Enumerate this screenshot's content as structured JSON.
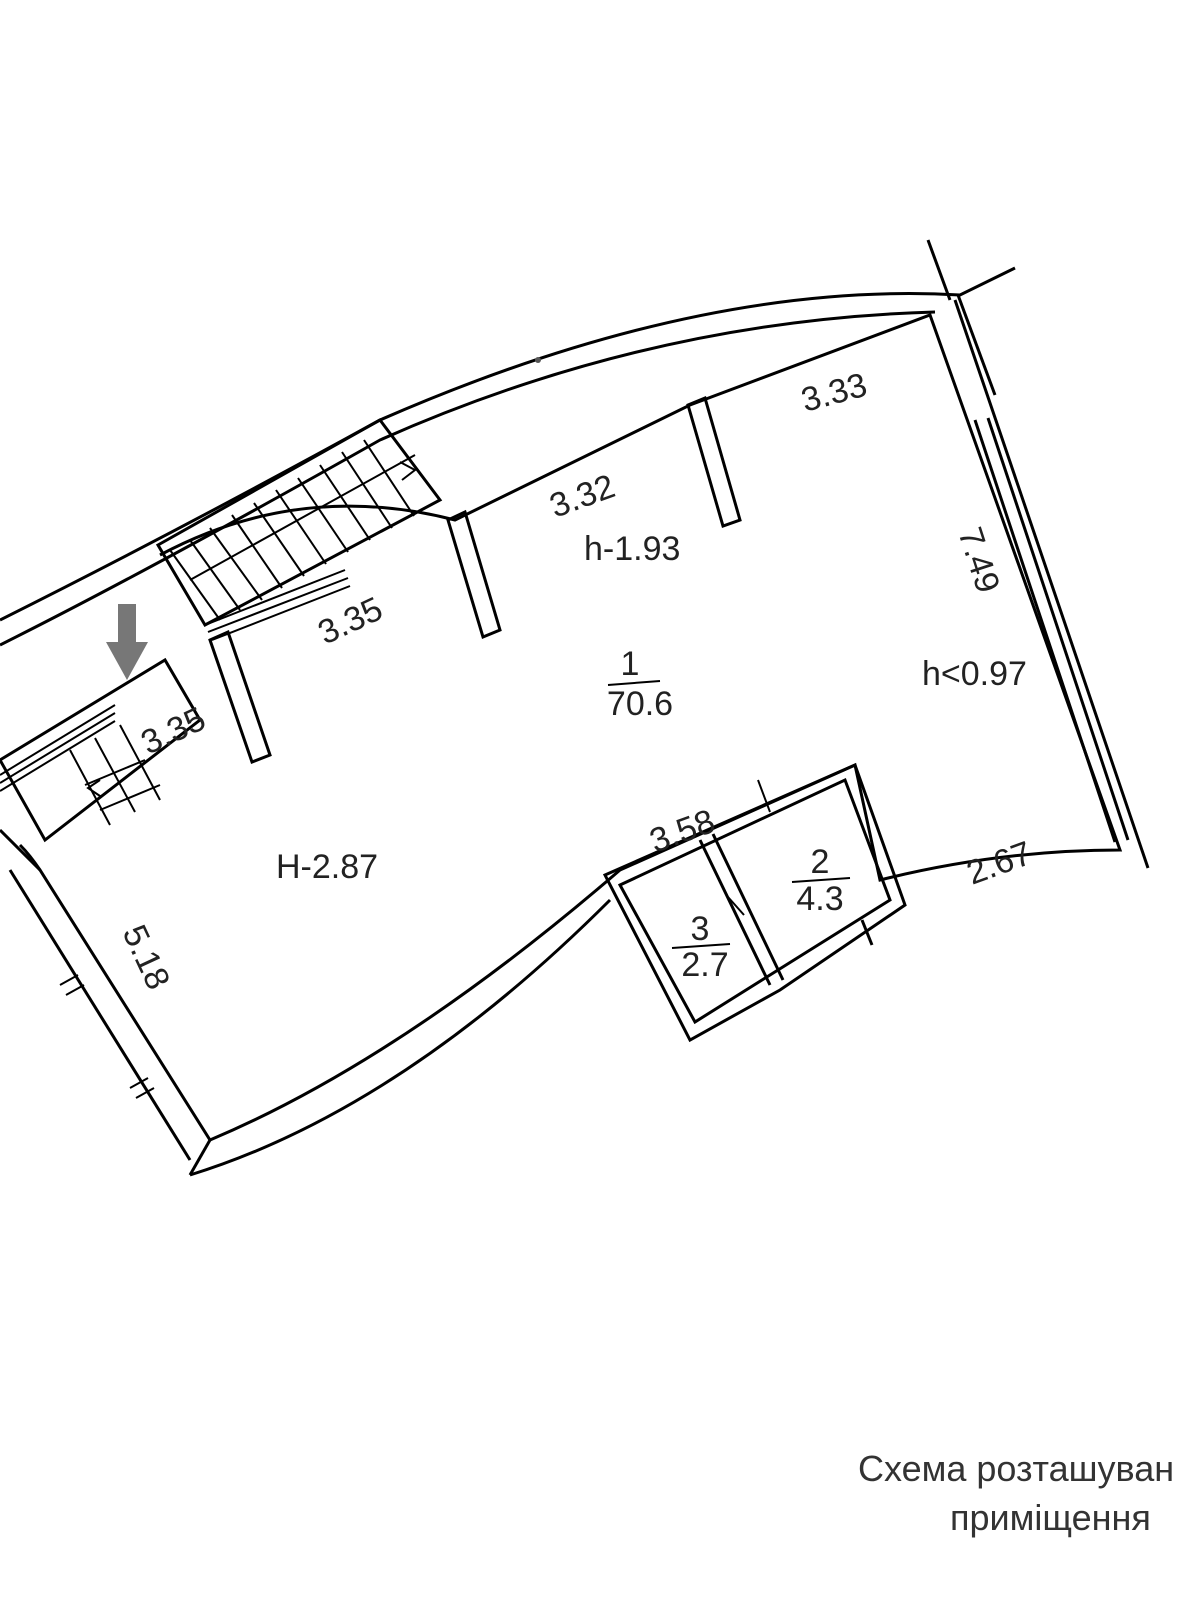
{
  "plan": {
    "rooms": [
      {
        "number": "1",
        "area": "70.6"
      },
      {
        "number": "2",
        "area": "4.3"
      },
      {
        "number": "3",
        "area": "2.7"
      }
    ],
    "heights": {
      "mezzanine": "h-1.93",
      "side_low": "h<0.97",
      "main": "H-2.87"
    },
    "dimensions": {
      "top_right": "3.33",
      "top_middle": "3.32",
      "stair_upper": "3.35",
      "stair_lower": "3.35",
      "right_wall": "7.49",
      "closet_top": "3.58",
      "bottom_right": "2.67",
      "left_wall": "5.18"
    },
    "entrance_marker": "arrow-down-icon",
    "colors": {
      "lines": "#000000",
      "marker": "#777777"
    }
  },
  "caption": {
    "line1": "Схема розташуван",
    "line2": "приміщення"
  }
}
